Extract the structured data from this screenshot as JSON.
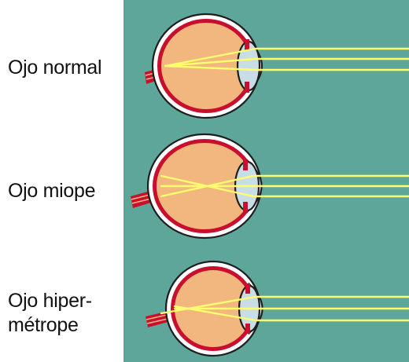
{
  "labels": {
    "normal": "Ojo normal",
    "myopic": "Ojo miope",
    "hyperopic_line1": "Ojo hiper-",
    "hyperopic_line2": "métrope"
  },
  "colors": {
    "panel": "#5ea69a",
    "eye_outline": "#1e1e1e",
    "sclera": "#ffffff",
    "choroid": "#c8102e",
    "interior": "#f2b77f",
    "lens": "#c9dde6",
    "cornea": "#e4f0f3",
    "rays": "#ffff6e",
    "text": "#111111"
  },
  "icons": [
    "normal-eye-icon",
    "myopic-eye-icon",
    "hyperopic-eye-icon"
  ]
}
